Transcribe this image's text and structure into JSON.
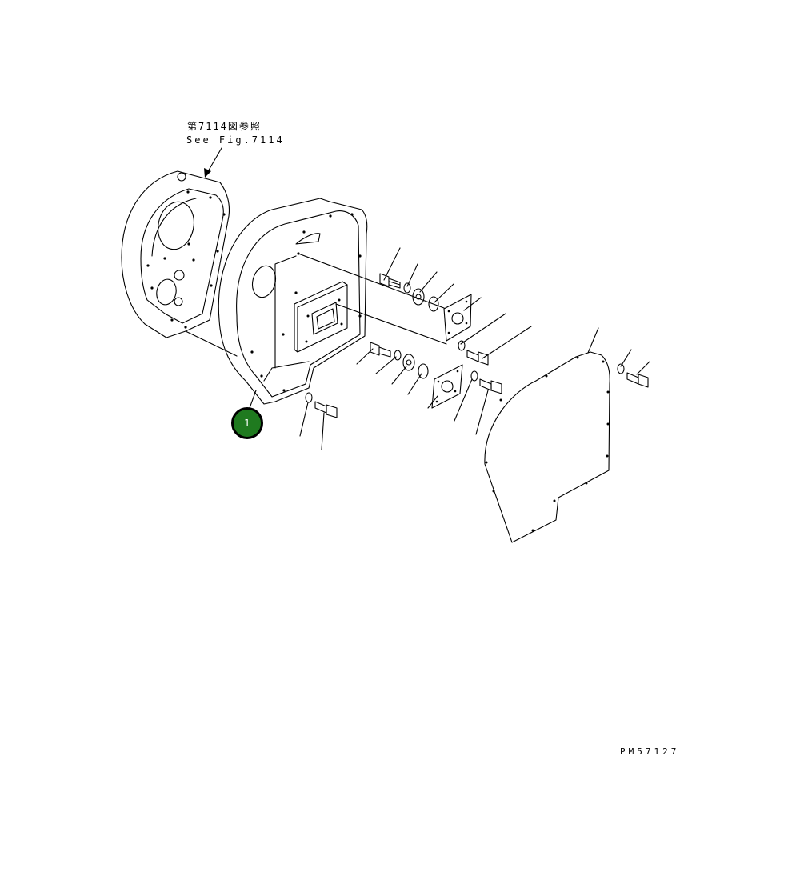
{
  "reference": {
    "japanese": "第7114図参照",
    "english": "See Fig.7114"
  },
  "callouts": [
    {
      "number": "1",
      "color": "#1f7a1f"
    }
  ],
  "drawing_code": "PM57127",
  "icons": [
    "leader-arrow-icon"
  ]
}
